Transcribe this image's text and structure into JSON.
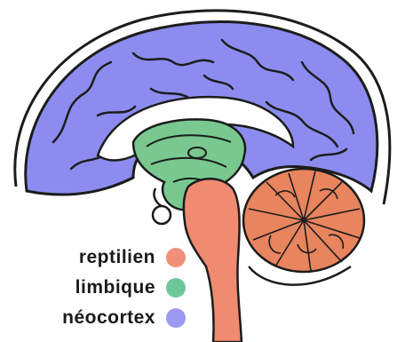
{
  "legend": [
    {
      "label": "reptilien",
      "color": "#f0907a"
    },
    {
      "label": "limbique",
      "color": "#6cc89a"
    },
    {
      "label": "néocortex",
      "color": "#9a9af0"
    }
  ],
  "colors": {
    "neocortex": "#8c8cf0",
    "limbic": "#78c890",
    "reptilian": "#f08a70",
    "cerebellum": "#e8845e",
    "outline": "#1c1c1c"
  }
}
